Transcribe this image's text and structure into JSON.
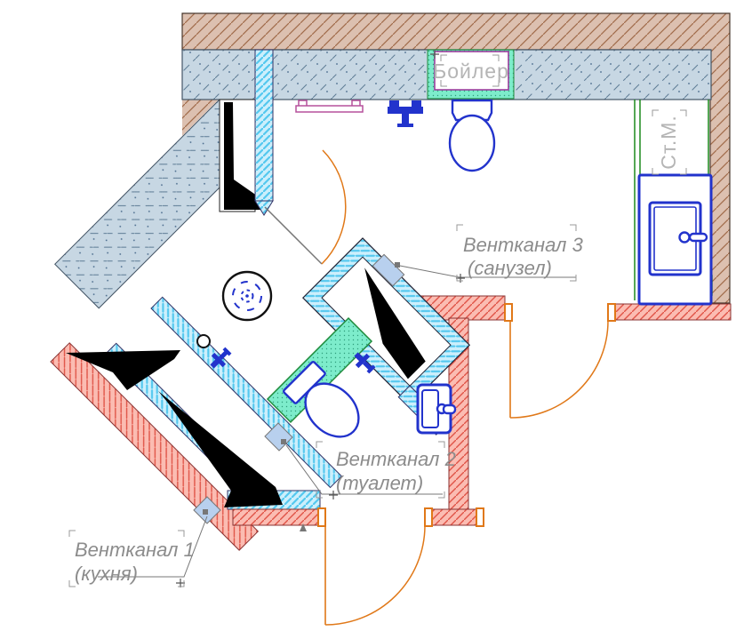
{
  "labels": {
    "vent1": {
      "line1": "Вентканал 1",
      "line2": "(кухня)"
    },
    "vent2": {
      "line1": "Вентканал 2",
      "line2": "(туалет)"
    },
    "vent3": {
      "line1": "Вентканал 3",
      "line2": "(санузел)"
    },
    "boiler": "Бойлер",
    "washing_machine": "Ст.М."
  },
  "colors": {
    "outer_wall_brown": "#dcc0b0",
    "masonry_grey_blue": "#c7d7e3",
    "partition_cyan": "#cceffc",
    "new_wall_pink": "#fbbcb2",
    "plumbing_teal": "#7deccb",
    "fixture_blue": "#2233cc",
    "door_orange": "#e07818",
    "vent_marker_blue": "#b8d0ee",
    "towel_rail_magenta": "#b5519c",
    "label_grey": "#8c8c8c",
    "niche_green_line": "#1d8a1d"
  }
}
